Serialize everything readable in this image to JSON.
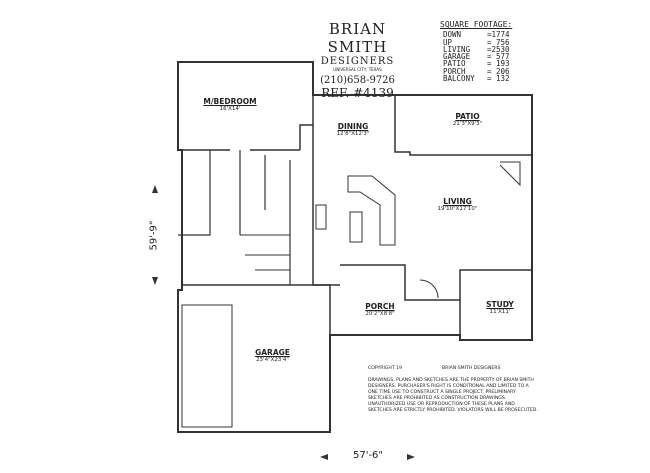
{
  "header": {
    "company": "BRIAN SMITH",
    "company_sub": "DESIGNERS",
    "location": "UNIVERSAL CITY, TEXAS",
    "phone": "(210)658-9726",
    "ref": "REF. #4139"
  },
  "square_footage": {
    "title": "SQUARE FOOTAGE:",
    "rows": [
      {
        "label": "DOWN",
        "value": "=1774"
      },
      {
        "label": "UP",
        "value": "= 756"
      },
      {
        "label": "LIVING",
        "value": "=2530"
      },
      {
        "label": "GARAGE",
        "value": "= 577"
      },
      {
        "label": "PATIO",
        "value": "= 193"
      },
      {
        "label": "PORCH",
        "value": "= 206"
      },
      {
        "label": "BALCONY",
        "value": "= 132"
      }
    ]
  },
  "rooms": {
    "bedroom": {
      "name": "M/BEDROOM",
      "dims": "16'X14'"
    },
    "dining": {
      "name": "DINING",
      "dims": "12'8\"X12'3\""
    },
    "patio": {
      "name": "PATIO",
      "dims": "21'3\"X9'3\""
    },
    "living": {
      "name": "LIVING",
      "dims": "19'10\"X17'10\""
    },
    "porch": {
      "name": "PORCH",
      "dims": "20'2\"X8'8\""
    },
    "study": {
      "name": "STUDY",
      "dims": "11'X11'"
    },
    "garage": {
      "name": "GARAGE",
      "dims": "23'4\"X23'4\""
    }
  },
  "dimensions": {
    "depth": "59'-9\"",
    "width": "57'-6\""
  },
  "copyright": {
    "heading": "COPYRIGHT 19",
    "owner": "BRIAN SMITH DESIGNERS",
    "text": "DRAWINGS, PLANS AND SKETCHES ARE THE PROPERTY OF BRIAN SMITH DESIGNERS. PURCHASER'S RIGHT IS CONDITIONAL AND LIMITED TO A ONE TIME USE TO CONSTRUCT A SINGLE PROJECT. PRELIMINARY SKETCHES ARE PROHIBITED AS CONSTRUCTION DRAWINGS. UNAUTHORIZED USE OR REPRODUCTION OF THESE PLANS AND SKETCHES ARE STRICTLY PROHIBITED. VIOLATORS WILL BE PROSECUTED."
  }
}
